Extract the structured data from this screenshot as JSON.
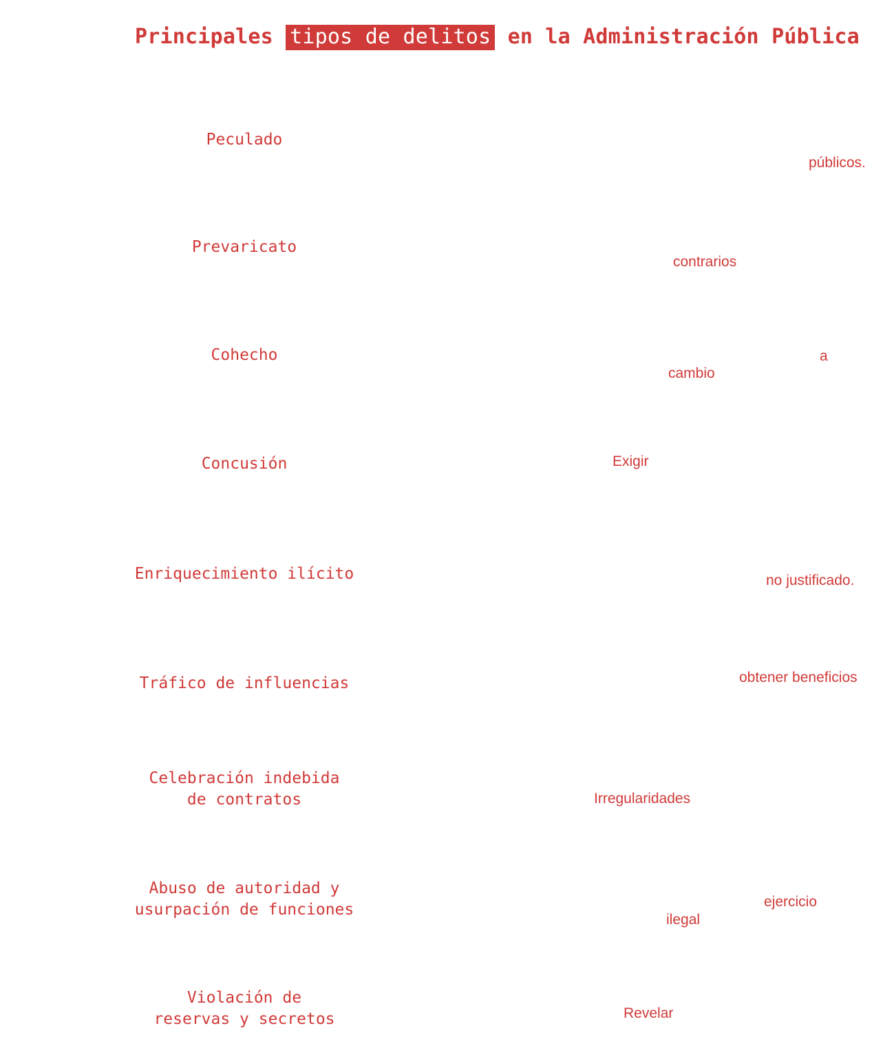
{
  "title": {
    "before": "Principales ",
    "highlight": "tipos de delitos",
    "after": " en la Administración Pública"
  },
  "items": [
    {
      "term": "Peculado",
      "fragments": [
        "públicos."
      ]
    },
    {
      "term": "Prevaricato",
      "fragments": [
        "contrarios"
      ]
    },
    {
      "term": "Cohecho",
      "fragments": [
        "a",
        "cambio"
      ]
    },
    {
      "term": "Concusión",
      "fragments": [
        "Exigir"
      ]
    },
    {
      "term": "Enriquecimiento ilícito",
      "fragments": [
        "no justificado."
      ]
    },
    {
      "term": "Tráfico de influencias",
      "fragments": [
        "obtener beneficios"
      ]
    },
    {
      "term": "Celebración indebida\nde contratos",
      "fragments": [
        "Irregularidades"
      ]
    },
    {
      "term": "Abuso de autoridad y\nusurpación de funciones",
      "fragments": [
        "ejercicio",
        "ilegal"
      ]
    },
    {
      "term": "Violación de\nreservas y secretos",
      "fragments": [
        "Revelar"
      ]
    }
  ],
  "colors": {
    "accent": "#d03a38",
    "background": "#ffffff"
  }
}
